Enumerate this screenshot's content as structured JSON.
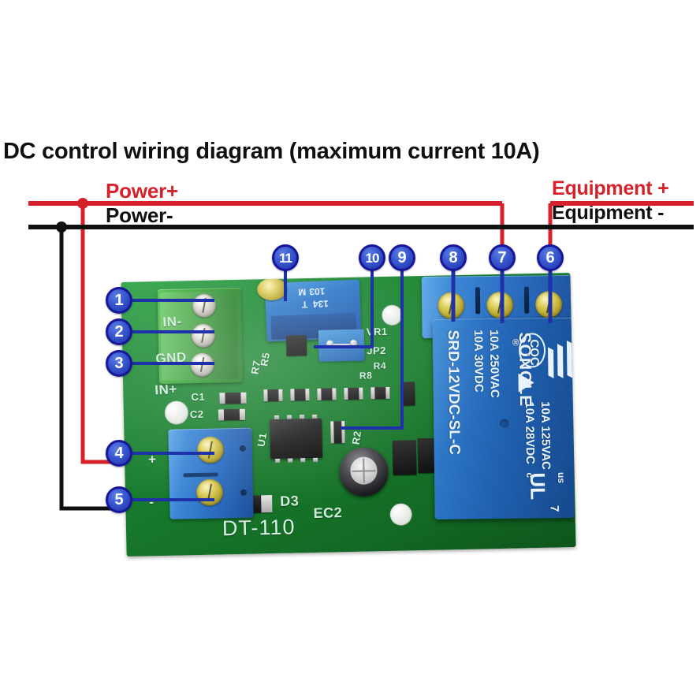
{
  "title": "DC control wiring diagram (maximum current 10A)",
  "wire_labels": {
    "power_plus": "Power+",
    "power_minus": "Power-",
    "equipment_plus": "Equipment +",
    "equipment_minus": "Equipment -"
  },
  "colors": {
    "positive_wire": "#d6202a",
    "negative_wire": "#101010",
    "callout": "#2a3fc0",
    "callout_border": "#17169b",
    "pcb_green": "#1f8c36",
    "terminal_green": "#3faf3d",
    "terminal_blue": "#2a6cc0",
    "relay_blue": "#1f5fae",
    "brass": "#b6a62f",
    "silkscreen": "#cfeedd"
  },
  "callouts": [
    {
      "id": "1",
      "label": "1"
    },
    {
      "id": "2",
      "label": "2"
    },
    {
      "id": "3",
      "label": "3"
    },
    {
      "id": "4",
      "label": "4"
    },
    {
      "id": "5",
      "label": "5"
    },
    {
      "id": "6",
      "label": "6"
    },
    {
      "id": "7",
      "label": "7"
    },
    {
      "id": "8",
      "label": "8"
    },
    {
      "id": "9",
      "label": "9"
    },
    {
      "id": "10",
      "label": "10"
    },
    {
      "id": "11",
      "label": "11"
    }
  ],
  "board": {
    "model": "DT-110",
    "input_terminal_labels": [
      "IN-",
      "GND",
      "IN+"
    ],
    "power_terminal_labels": [
      "+",
      "-"
    ],
    "silkscreen": {
      "c1": "C1",
      "c2": "C2",
      "u1": "U1",
      "r5": "R5",
      "r7": "R7",
      "r4": "R4",
      "r8": "R8",
      "r2": "R2",
      "d3": "D3",
      "ec2": "EC2",
      "vr1": "VR1",
      "jp2": "JP2",
      "model": "DT-110"
    },
    "trimpot": {
      "code": "103",
      "mark_m": "M",
      "mark_t": "T",
      "mark_num": "134"
    },
    "relay": {
      "part": "SRD-12VDC-SL-C",
      "brand": "SONGLE",
      "registered": "®",
      "ratings": [
        "10A 250VAC",
        "10A 125VAC",
        "10A 30VDC",
        "10A 28VDC"
      ],
      "cert_cqc": "CQC",
      "cert_ul": "UL",
      "cert_ul_c": "c",
      "cert_ul_us": "us",
      "cert_num": "7"
    }
  }
}
